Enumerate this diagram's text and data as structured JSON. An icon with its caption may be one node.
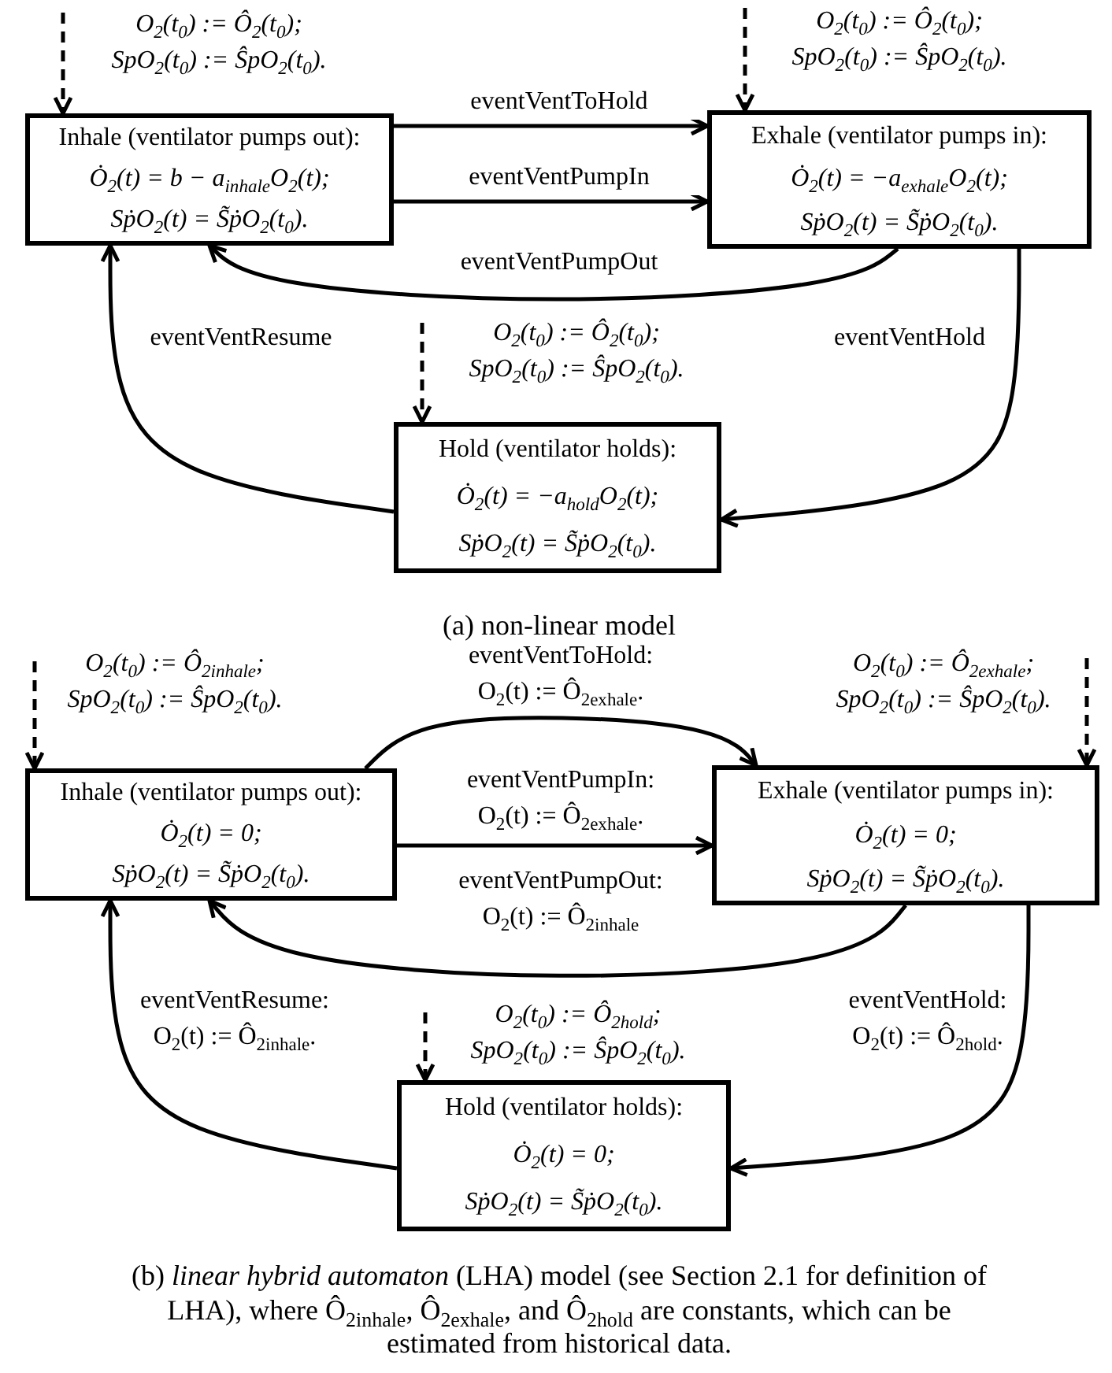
{
  "diagram": {
    "nodes": [
      {
        "text": [
          "Inhale (ventilator pumps out):",
          "Ȯ$_{2}$(t) = b − a$_{inhale}$O$_{2}$(t);",
          "SṗO$_{2}$(t) = S̃ṗO$_{2}$(t$_{0}$)."
        ]
      },
      {
        "text": [
          "Exhale (ventilator pumps in):",
          "Ȯ$_{2}$(t) = −a$_{exhale}$O$_{2}$(t);",
          "SṗO$_{2}$(t) = S̃ṗO$_{2}$(t$_{0}$)."
        ]
      },
      {
        "text": [
          "Hold (ventilator holds):",
          "Ȯ$_{2}$(t) = −a$_{hold}$O$_{2}$(t);",
          "SṗO$_{2}$(t) = S̃ṗO$_{2}$(t$_{0}$)."
        ]
      },
      {
        "text": [
          "Inhale (ventilator pumps out):",
          "Ȯ$_{2}$(t) = 0;",
          "SṗO$_{2}$(t) = S̃ṗO$_{2}$(t$_{0}$)."
        ]
      },
      {
        "text": [
          "Exhale (ventilator pumps in):",
          "Ȯ$_{2}$(t) = 0;",
          "SṗO$_{2}$(t) = S̃ṗO$_{2}$(t$_{0}$)."
        ]
      },
      {
        "text": [
          "Hold (ventilator holds):",
          "Ȯ$_{2}$(t) = 0;",
          "SṗO$_{2}$(t) = S̃ṗO$_{2}$(t$_{0}$)."
        ]
      }
    ],
    "edges": [
      {
        "from": null,
        "to": 0,
        "arrow": "to",
        "style": "dashed",
        "label": "O$_{2}$(t$_{0}$) := Ô$_{2}$(t$_{0}$); SpO$_{2}$(t$_{0}$) := ŜpO$_{2}$(t$_{0}$)."
      },
      {
        "from": null,
        "to": 1,
        "arrow": "to",
        "style": "dashed",
        "label": "O$_{2}$(t$_{0}$) := Ô$_{2}$(t$_{0}$); SpO$_{2}$(t$_{0}$) := ŜpO$_{2}$(t$_{0}$)."
      },
      {
        "from": null,
        "to": 2,
        "arrow": "to",
        "style": "dashed",
        "label": "O$_{2}$(t$_{0}$) := Ô$_{2}$(t$_{0}$); SpO$_{2}$(t$_{0}$) := ŜpO$_{2}$(t$_{0}$)."
      },
      {
        "from": 0,
        "to": 1,
        "arrow": "to",
        "label": "eventVentToHold"
      },
      {
        "from": 0,
        "to": 1,
        "arrow": "to",
        "label": "eventVentPumpIn"
      },
      {
        "from": 1,
        "to": 0,
        "arrow": "to",
        "label": "eventVentPumpOut"
      },
      {
        "from": 1,
        "to": 2,
        "arrow": "to",
        "label": "eventVentHold"
      },
      {
        "from": 2,
        "to": 0,
        "arrow": "to",
        "label": "eventVentResume"
      },
      {
        "from": null,
        "to": 3,
        "arrow": "to",
        "style": "dashed",
        "label": "O$_{2}$(t$_{0}$) := Ô$_{2inhale}$; SpO$_{2}$(t$_{0}$) := ŜpO$_{2}$(t$_{0}$)."
      },
      {
        "from": null,
        "to": 4,
        "arrow": "to",
        "style": "dashed",
        "label": "O$_{2}$(t$_{0}$) := Ô$_{2exhale}$; SpO$_{2}$(t$_{0}$) := ŜpO$_{2}$(t$_{0}$)."
      },
      {
        "from": null,
        "to": 5,
        "arrow": "to",
        "style": "dashed",
        "label": "O$_{2}$(t$_{0}$) := Ô$_{2hold}$; SpO$_{2}$(t$_{0}$) := ŜpO$_{2}$(t$_{0}$)."
      },
      {
        "from": 3,
        "to": 4,
        "arrow": "to",
        "label": "eventVentToHold: O$_{2}$(t) := Ô$_{2exhale}$."
      },
      {
        "from": 3,
        "to": 4,
        "arrow": "to",
        "label": "eventVentPumpIn: O$_{2}$(t) := Ô$_{2exhale}$."
      },
      {
        "from": 4,
        "to": 3,
        "arrow": "to",
        "label": "eventVentPumpOut: O$_{2}$(t) := Ô$_{2inhale}$"
      },
      {
        "from": 4,
        "to": 5,
        "arrow": "to",
        "label": "eventVentHold: O$_{2}$(t) := Ô$_{2hold}$."
      },
      {
        "from": 5,
        "to": 3,
        "arrow": "to",
        "label": "eventVentResume: O$_{2}$(t) := Ô$_{2inhale}$."
      }
    ],
    "labels": [
      "(a) non-linear model",
      "(b) *linear hybrid automaton* (LHA) model (see Section 2.1 for definition of LHA), where Ô$_{2inhale}$, Ô$_{2exhale}$, and Ô$_{2hold}$ are constants, which can be estimated from historical data."
    ]
  }
}
